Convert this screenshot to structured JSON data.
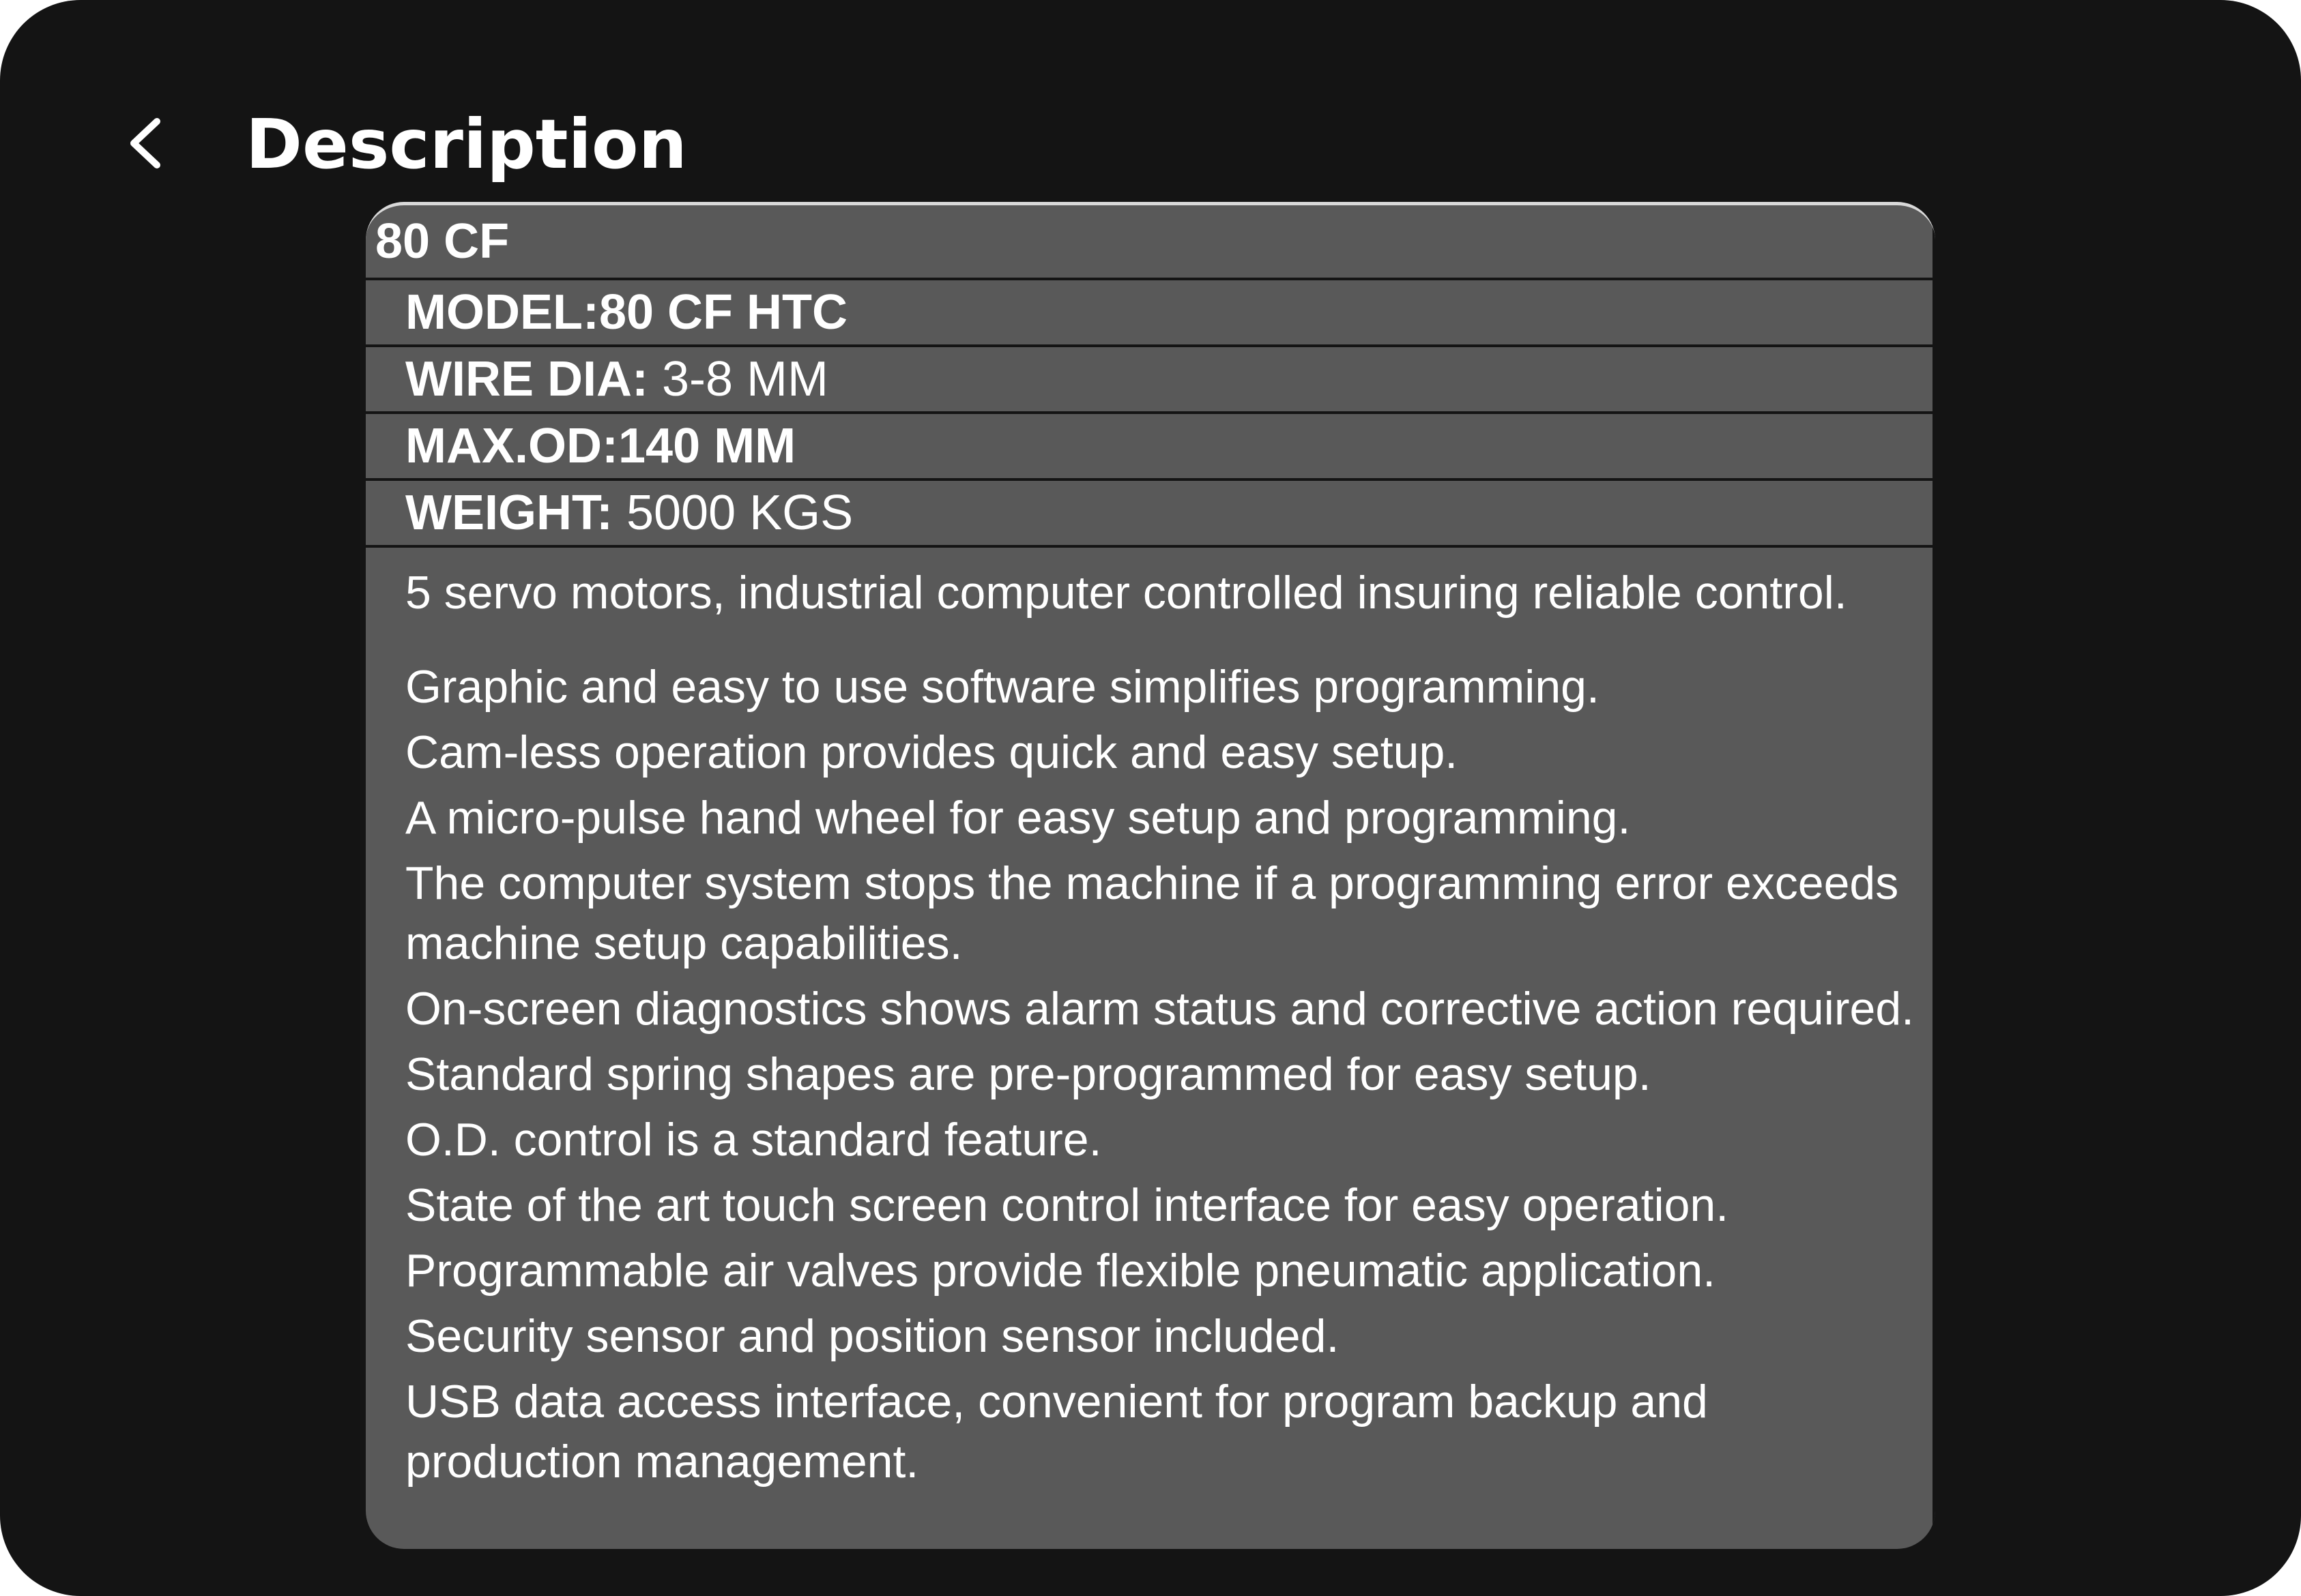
{
  "header": {
    "back_icon": "chevron-left-icon",
    "title": "Description"
  },
  "spec_table": {
    "title": "80 CF",
    "rows": [
      {
        "key": "MODEL:80 CF HTC",
        "value": ""
      },
      {
        "key": "WIRE DIA:",
        "value": " 3-8 MM"
      },
      {
        "key": "MAX.OD:140 MM",
        "value": ""
      },
      {
        "key": "WEIGHT:",
        "value": " 5000 KGS"
      }
    ]
  },
  "features": [
    "5 servo motors, industrial computer controlled insuring reliable control.",
    "Graphic and easy to use software simplifies programming.",
    "Cam-less operation provides quick and easy setup.",
    "A micro-pulse hand wheel for easy setup and programming.",
    "The computer system stops the machine if a programming error exceeds machine setup capabilities.",
    "On-screen diagnostics shows alarm status and corrective action required.",
    "Standard spring shapes are pre-programmed for easy setup.",
    "O.D. control is a standard feature.",
    "State of the art touch screen control interface for easy operation.",
    "Programmable air valves provide flexible pneumatic application.",
    "Security sensor and position sensor included.",
    "USB data access interface, convenient for program backup and production management."
  ],
  "colors": {
    "background": "#141414",
    "card": "#595959",
    "text": "#ffffff"
  }
}
